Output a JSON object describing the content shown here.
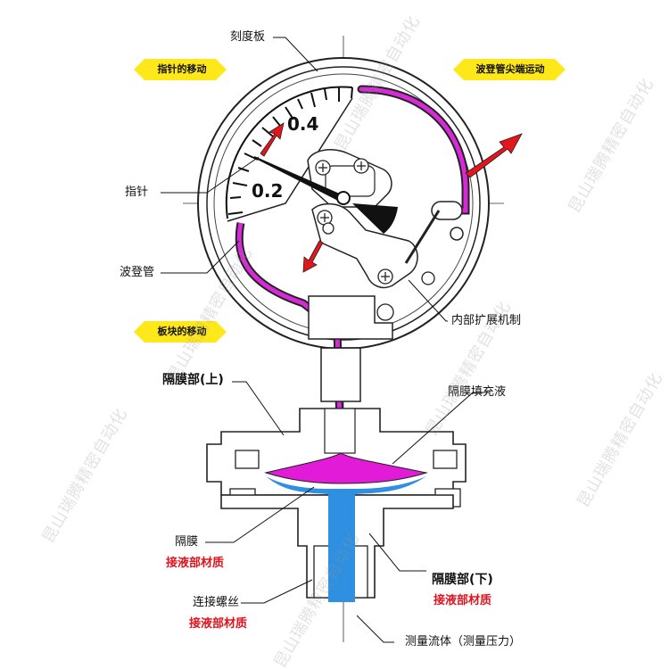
{
  "labels": {
    "dial": "刻度板",
    "pointer_move": "指针的移动",
    "tube_tip_move": "波登管尖端运动",
    "pointer": "指针",
    "bourdon_tube": "波登管",
    "block_move": "板块的移动",
    "inner_mechanism": "内部扩展机制",
    "diaphragm_upper": "隔膜部(上)",
    "fill_liquid": "隔膜填充液",
    "diaphragm": "隔膜",
    "wetted_material_1": "接液部材质",
    "diaphragm_lower": "隔膜部(下)",
    "wetted_material_2": "接液部材质",
    "thread": "连接螺丝",
    "wetted_material_3": "接液部材质",
    "fluid": "测量流体（测量压力）"
  },
  "scale": {
    "v04": "0.4",
    "v02": "0.2"
  },
  "watermark": "昆山瑞腾精密自动化",
  "colors": {
    "tube": "#d62ad6",
    "fill": "#e21bd8",
    "fluid": "#2f8fe0",
    "arrow": "#e2161c",
    "callout": "#ffe81a",
    "wetted": "#e0141e"
  }
}
